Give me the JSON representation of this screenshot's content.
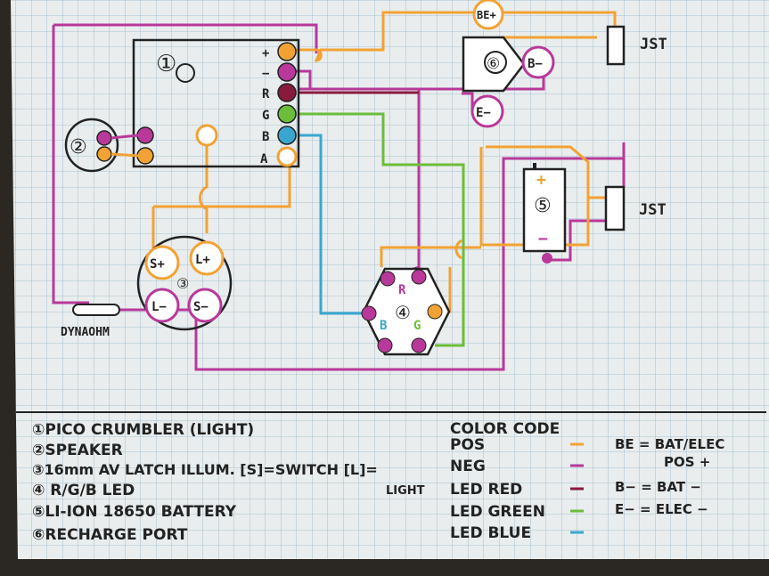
{
  "labels": {
    "plus": "+",
    "minus": "−",
    "r": "R",
    "g": "G",
    "b": "B",
    "a": "A",
    "n1": "①",
    "n2": "②",
    "n3": "③",
    "n4": "④",
    "n5": "⑤",
    "n6": "⑥",
    "sp": "S+",
    "lp": "L+",
    "lm": "L−",
    "sm": "S−",
    "be": "BE+",
    "bm": "B−",
    "em": "E−",
    "jst1": "JST",
    "jst2": "JST",
    "dynaohm": "DYNAOHM",
    "batt_plus": "+",
    "batt_minus": "−",
    "led_r": "R",
    "led_b": "B",
    "led_g": "G"
  },
  "legend": {
    "items": [
      "①PICO CRUMBLER (LIGHT)",
      "②SPEAKER",
      "③16mm AV LATCH ILLUM. [S]=SWITCH [L]=",
      "④ R/G/B LED",
      "⑤LI-ION 18650 BATTERY",
      "⑥RECHARGE PORT"
    ],
    "light_word": "LIGHT",
    "color_code_title": "COLOR CODE",
    "colors": [
      {
        "label": "POS",
        "color": "#f2a234"
      },
      {
        "label": "NEG",
        "color": "#b8399a"
      },
      {
        "label": "LED RED",
        "color": "#8a1a3c"
      },
      {
        "label": "LED GREEN",
        "color": "#6cbd3a"
      },
      {
        "label": "LED BLUE",
        "color": "#3aa6cf"
      }
    ],
    "abbr": [
      "BE = BAT/ELEC",
      "POS +",
      "B− = BAT −",
      "E− = ELEC −"
    ]
  },
  "colors": {
    "pos": "#f2a234",
    "neg": "#b8399a",
    "red": "#8a1a3c",
    "green": "#6cbd3a",
    "blue": "#3aa6cf",
    "ink": "#222222",
    "paper": "#e8ecec",
    "grid": "#8fb0c8"
  }
}
